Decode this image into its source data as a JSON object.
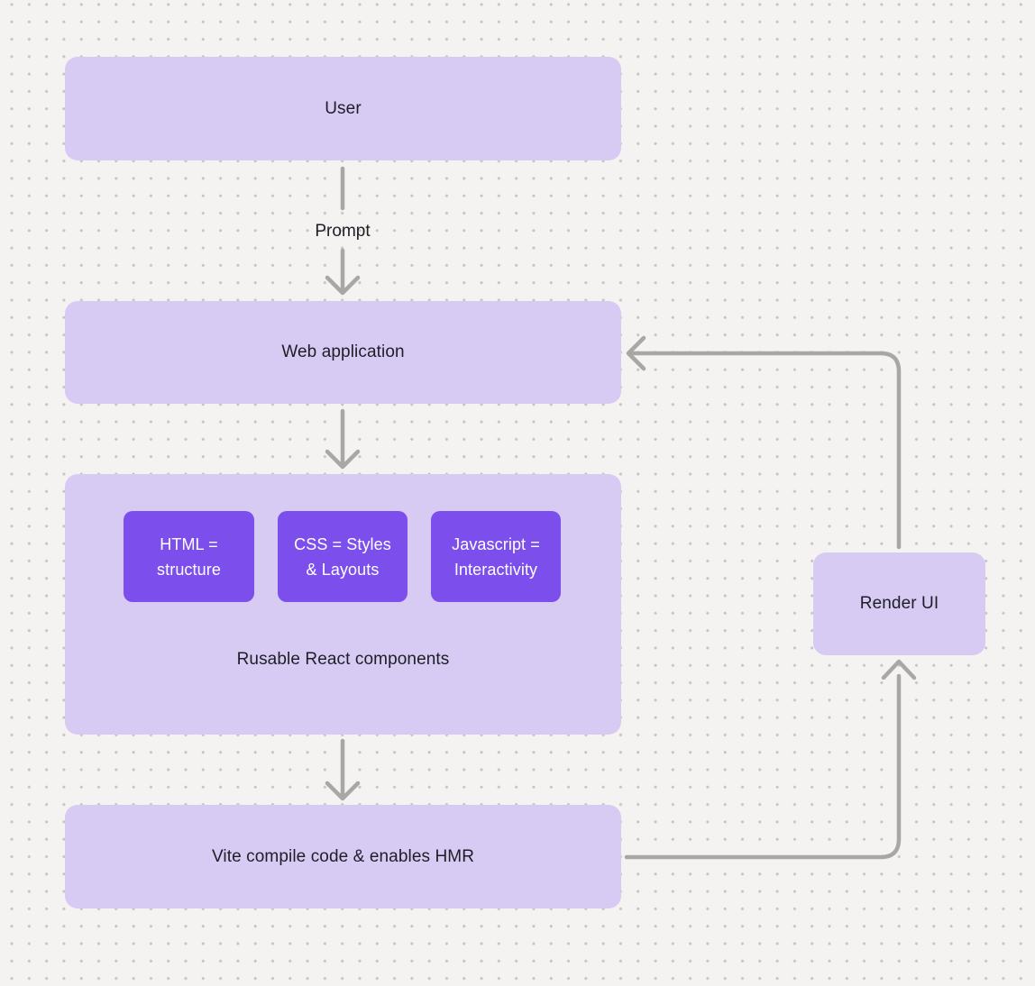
{
  "canvas": {
    "background_color": "#f4f3f1",
    "dot_color": "#c7c4c1"
  },
  "colors": {
    "node_fill": "#d7cbf4",
    "inner_node_fill": "#7c4fec",
    "connector": "#a9a7a4",
    "text_dark": "#1e1e26",
    "text_light": "#ffffff"
  },
  "nodes": {
    "user": "User",
    "web_application": "Web application",
    "html": "HTML =\nstructure",
    "css": "CSS = Styles\n& Layouts",
    "javascript": "Javascript =\nInteractivity",
    "components_caption": "Rusable React components",
    "vite": "Vite compile code & enables HMR",
    "render_ui": "Render UI"
  },
  "edge_labels": {
    "prompt": "Prompt"
  }
}
